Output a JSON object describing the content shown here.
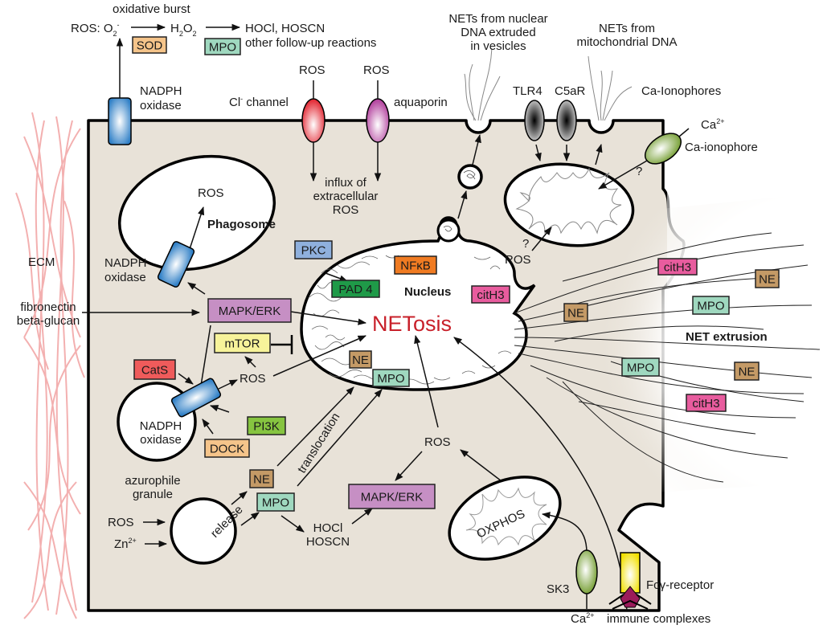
{
  "title": "NETosis signaling pathways in a neutrophil",
  "colors": {
    "cytoplasm": "#e8e2d8",
    "ecm_fibers": "#f2a8a8",
    "netosis_text": "#c8202a",
    "box_sod": "#f5c48a",
    "box_mpo": "#9fd8bf",
    "box_ne": "#c49a66",
    "box_pkc": "#8fb0dd",
    "box_pad4": "#1f9a48",
    "box_nfkb": "#f07b22",
    "box_cith3": "#e85c9e",
    "box_mapk": "#c68fc4",
    "box_mtor": "#f7f39a",
    "box_cats": "#ef5b5b",
    "box_pi3k": "#86c440",
    "box_dock": "#f5c48a"
  },
  "top": {
    "oxidative_burst": "oxidative burst",
    "ros_prefix": "ROS: O",
    "o2_sub": "2",
    "o2_sup": "-",
    "h2o2": "H",
    "h2o2_sub1": "2",
    "h2o2_o": "O",
    "h2o2_sub2": "2",
    "hocl": "HOCl, HOSCN",
    "followup": "other follow-up reactions",
    "sod": "SOD",
    "mpo": "MPO"
  },
  "membrane": {
    "nadph_oxidase_top": [
      "NADPH",
      "oxidase"
    ],
    "cl_channel": "Cl",
    "cl_sup": "-",
    "cl_channel_suffix": " channel",
    "aquaporin": "aquaporin",
    "ros_cl": "ROS",
    "ros_aqua": "ROS",
    "influx": [
      "influx of",
      "extracellular",
      "ROS"
    ],
    "nets_nuclear": [
      "NETs from nuclear",
      "DNA extruded",
      "in vesicles"
    ],
    "nets_mito": [
      "NETs from",
      "mitochondrial DNA"
    ],
    "tlr4": "TLR4",
    "c5ar": "C5aR",
    "ca_ionophores": "Ca-Ionophores",
    "ca2": "Ca",
    "ca2_sup": "2+",
    "ca_ionophore": "Ca-ionophore",
    "question": "?",
    "sk3": "SK3",
    "ca2_bottom": "Ca",
    "ca2_bottom_sup": "2+",
    "fcg_receptor": "Fcγ-receptor",
    "immune_complexes": "immune complexes"
  },
  "left": {
    "ecm": "ECM",
    "fibronectin": [
      "fibronectin",
      "beta-glucan"
    ]
  },
  "cell": {
    "phagosome": "Phagosome",
    "phagosome_ros": "ROS",
    "nadph_phago": [
      "NADPH",
      "oxidase"
    ],
    "nadph_lower": [
      "NADPH",
      "oxidase"
    ],
    "mapk_erk": "MAPK/ERK",
    "mapk_erk_lower": "MAPK/ERK",
    "mtor": "mTOR",
    "cats": "CatS",
    "pi3k": "PI3K",
    "dock": "DOCK",
    "ros_mid": "ROS",
    "pkc": "PKC",
    "pad4": "PAD 4",
    "nfkb": "NFκB",
    "nucleus": "Nucleus",
    "cith3": "citH3",
    "netosis": "NETosis",
    "ne_nucleus": "NE",
    "mpo_nucleus": "MPO",
    "translocation": "translocation",
    "azurophile": [
      "azurophile",
      "granule"
    ],
    "release": "release",
    "ros_granule": "ROS",
    "zn": "Zn",
    "zn_sup": "2+",
    "ne_granule": "NE",
    "mpo_granule": "MPO",
    "hocl_lower": [
      "HOCl",
      "HOSCN"
    ],
    "ros_lower": "ROS",
    "oxphos": "OXPHOS",
    "mito_ros": "ROS",
    "mito_question": "?"
  },
  "net": {
    "label": "NET extrusion",
    "proteins": [
      {
        "label": "citH3",
        "kind": "cith3"
      },
      {
        "label": "NE",
        "kind": "ne"
      },
      {
        "label": "NE",
        "kind": "ne"
      },
      {
        "label": "MPO",
        "kind": "mpo"
      },
      {
        "label": "MPO",
        "kind": "mpo"
      },
      {
        "label": "NE",
        "kind": "ne"
      },
      {
        "label": "citH3",
        "kind": "cith3"
      }
    ]
  }
}
